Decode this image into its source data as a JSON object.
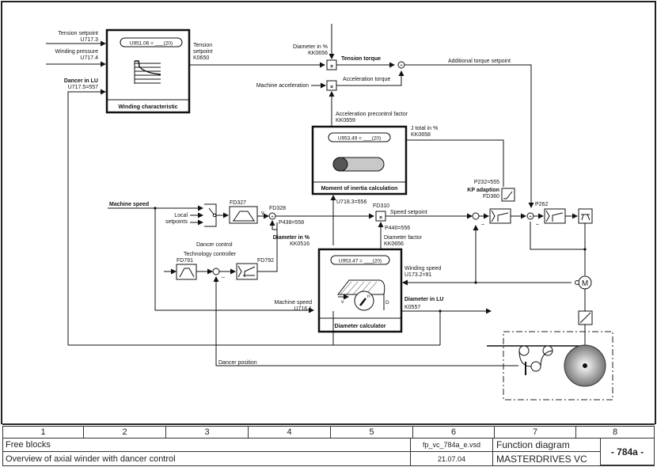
{
  "diagram": {
    "inputs": {
      "tension_setpoint": {
        "label": "Tension setpoint",
        "param": "U717.3"
      },
      "winding_pressure": {
        "label": "Winding pressure",
        "param": "U717.4"
      },
      "dancer_in_lu": {
        "label": "Dancer in LU",
        "param": "U717.5=557"
      },
      "machine_speed": {
        "label": "Machine speed"
      },
      "local_setpoints": {
        "line1": "Local",
        "line2": "setpoints"
      },
      "machine_acceleration": {
        "label": "Machine acceleration"
      }
    },
    "blocks": {
      "winding_characteristic": {
        "title": "Winding characteristic",
        "param": "U951.06 = ___(20)"
      },
      "moment_of_inertia": {
        "title": "Moment of inertia calculation",
        "param": "U953.49 = ___(20)"
      },
      "diameter_calculator": {
        "title": "Diameter calculator",
        "param": "U953.47 = ___(20)",
        "v_label": "v",
        "n_label": "n",
        "d_label": "D"
      }
    },
    "signals": {
      "tension_setpoint_out": {
        "line1": "Tension",
        "line2": "setpoint",
        "line3": "K0650"
      },
      "diameter_pct_top": {
        "line1": "Diameter in %",
        "line2": "KK0656"
      },
      "tension_torque": "Tension torque",
      "acceleration_torque": "Acceleration torque",
      "additional_torque_setpoint": "Additional torque setpoint",
      "accel_precontrol": {
        "line1": "Acceleration precontrol factor",
        "line2": "KK0659"
      },
      "j_total": {
        "line1": "J total in %",
        "line2": "KK0658"
      },
      "l_param": "U718.3=556",
      "fd310": "FD310",
      "speed_setpoint": "Speed setpoint",
      "p440": "P440=556",
      "diameter_factor": {
        "line1": "Diameter factor",
        "line2": "KK0656"
      },
      "diameter_pct_left": {
        "line1": "Diameter in %",
        "line2": "KK0516"
      },
      "winding_speed": {
        "line1": "Winding speed",
        "line2": "U173.2=91"
      },
      "diameter_in_lu": {
        "line1": "Diameter in LU",
        "line2": "K0557"
      },
      "machine_speed_in": {
        "line1": "Machine speed",
        "line2": "U716.1"
      },
      "dancer_position": "Dancer position",
      "fd327": "FD327",
      "fd328": "FD328",
      "v_label": "v",
      "p438": "P438=558",
      "dancer_control": "Dancer control",
      "technology_controller": "Technology controller",
      "fd792": "FD792",
      "fd791": "FD791",
      "p232": "P232=555",
      "kp_adaption": {
        "line1": "KP adaption",
        "line2": "FD360"
      },
      "p262": "P262",
      "motor": "M",
      "minus": "–",
      "plus": "+"
    }
  },
  "footer": {
    "columns": [
      "1",
      "2",
      "3",
      "4",
      "5",
      "6",
      "7",
      "8"
    ],
    "category": "Free blocks",
    "description": "Overview of axial winder with dancer control",
    "filename": "fp_vc_784a_e.vsd",
    "date": "21.07.04",
    "doc_type": "Function diagram",
    "product": "MASTERDRIVES VC",
    "page_id": "- 784a -"
  }
}
